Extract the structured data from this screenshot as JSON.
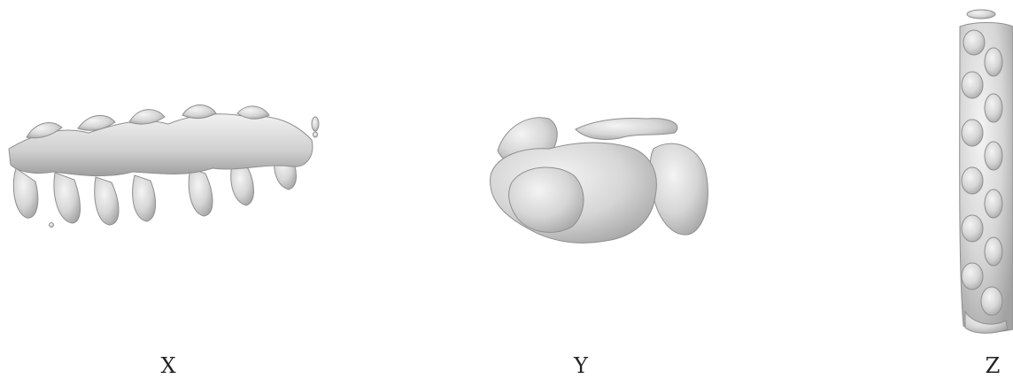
{
  "panels": [
    {
      "label": "X"
    },
    {
      "label": "Y"
    },
    {
      "label": "Z"
    }
  ],
  "colors": {
    "surface_light": "#efefef",
    "surface_mid": "#cfcfcf",
    "surface_dark": "#9a9a9a",
    "caption_text": "#222222"
  }
}
